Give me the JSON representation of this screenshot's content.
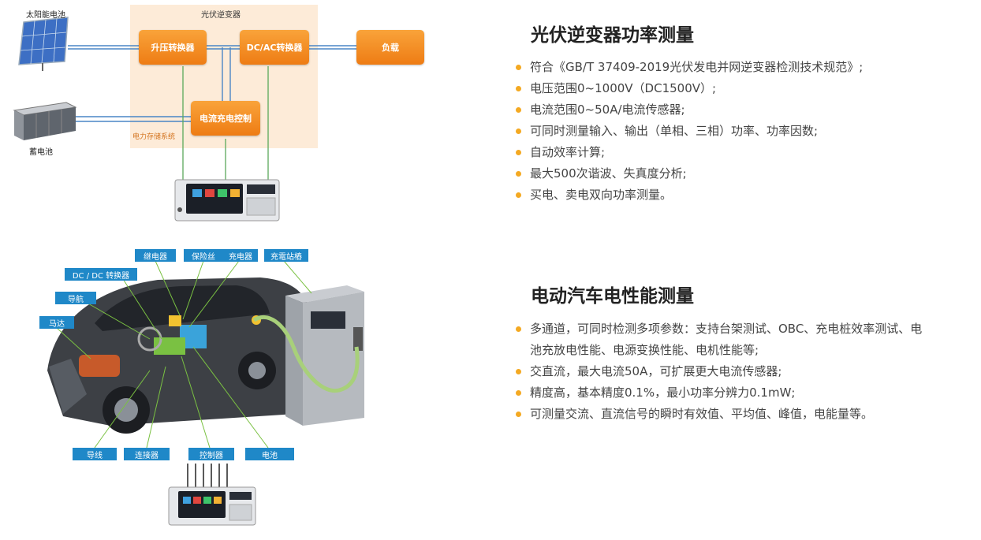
{
  "pv_diagram": {
    "solar_label": "太阳能电池",
    "battery_label": "蓄电池",
    "inverter_zone_title": "光伏逆变器",
    "storage_zone_label": "电力存储系统",
    "boost_box": "升压转换器",
    "dcac_box": "DC/AC转换器",
    "load_box": "负载",
    "charge_box": "电流充电控制"
  },
  "ev_diagram": {
    "tags": {
      "relay": "继电器",
      "fuse": "保险丝",
      "charger": "充电器",
      "charging_station": "充電站樁",
      "dcdc": "DC / DC 转换器",
      "navigation": "导航",
      "motor": "马达",
      "wire": "导线",
      "connector": "连接器",
      "controller": "控制器",
      "battery": "电池"
    }
  },
  "colors": {
    "accent": "#f4a922",
    "box": "#ee7c14",
    "tag": "#1f88c8",
    "line": "#5aa85a"
  },
  "sections": [
    {
      "title": "光伏逆变器功率测量",
      "items": [
        "符合《GB/T 37409-2019光伏发电并网逆变器检测技术规范》;",
        "电压范围0~1000V（DC1500V）;",
        "电流范围0~50A/电流传感器;",
        "可同时测量输入、输出（单相、三相）功率、功率因数;",
        "自动效率计算;",
        "最大500次谐波、失真度分析;",
        "买电、卖电双向功率测量。"
      ]
    },
    {
      "title": "电动汽车电性能测量",
      "items": [
        "多通道，可同时检测多项参数：支持台架测试、OBC、充电桩效率测试、电池充放电性能、电源变换性能、电机性能等;",
        "交直流，最大电流50A，可扩展更大电流传感器;",
        "精度高，基本精度0.1%，最小功率分辨力0.1mW;",
        "可测量交流、直流信号的瞬时有效值、平均值、峰值，电能量等。"
      ]
    }
  ]
}
